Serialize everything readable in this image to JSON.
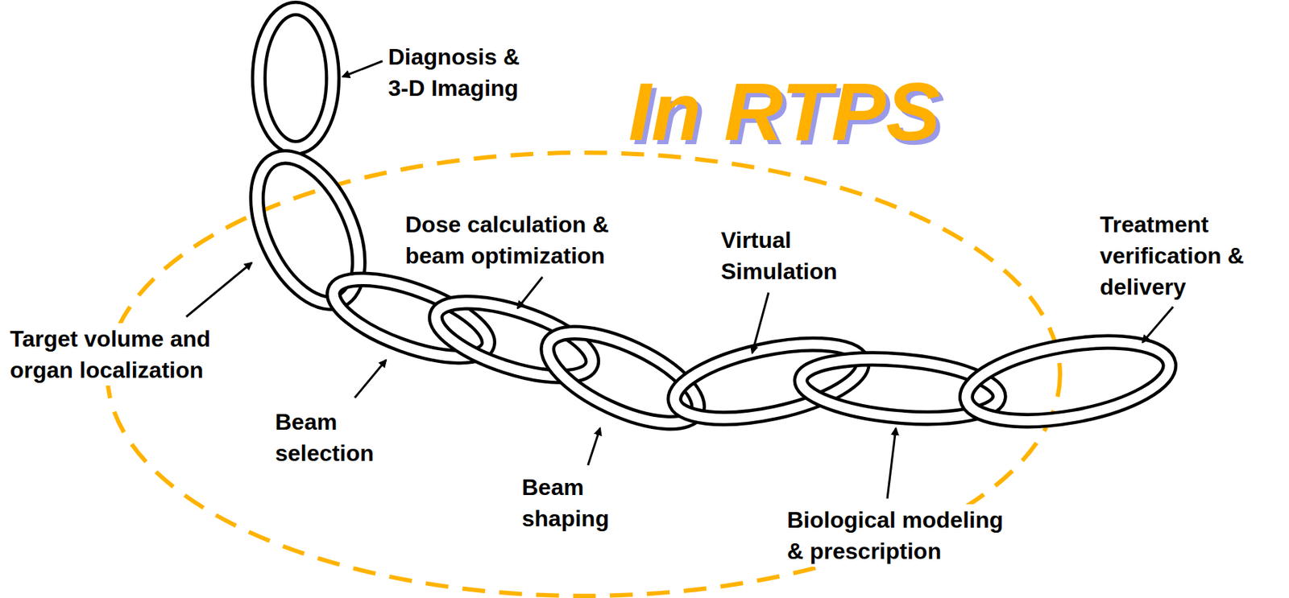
{
  "diagram": {
    "labels": [
      "Diagnosis & 3-D Imaging",
      "In RTPS",
      "Target volume and organ localization",
      "Beam selection",
      "Dose calculation & beam optimization",
      "Beam shaping",
      "Virtual Simulation",
      "Biological modeling & prescription",
      "Treatment verification & delivery"
    ]
  }
}
